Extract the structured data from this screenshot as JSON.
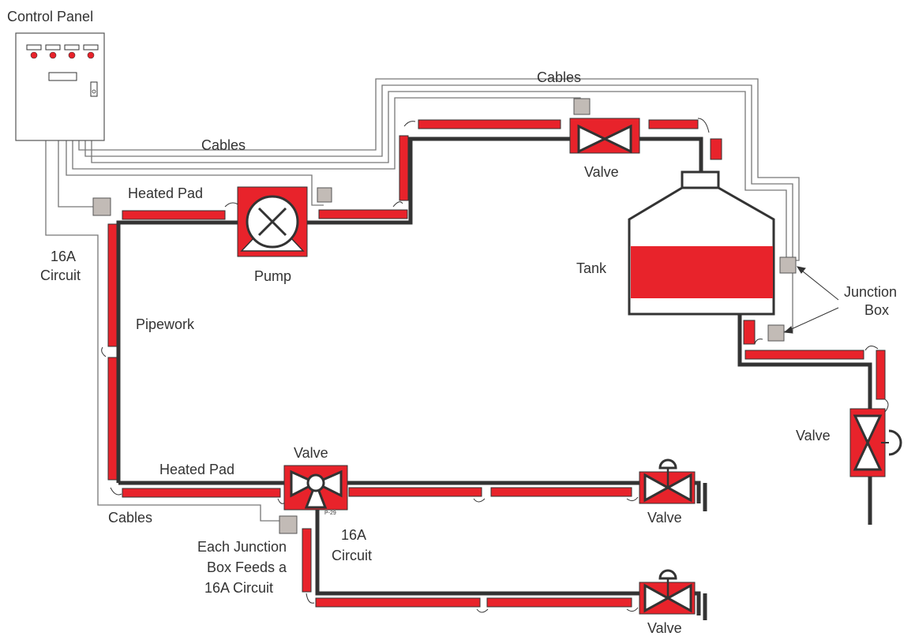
{
  "labels": {
    "control_panel": "Control Panel",
    "cables_top": "Cables",
    "cables_mid": "Cables",
    "cables_bottom": "Cables",
    "heated_pad_top": "Heated Pad",
    "heated_pad_bottom": "Heated Pad",
    "pump": "Pump",
    "pipework": "Pipework",
    "circuit_left_1": "16A",
    "circuit_left_2": "Circuit",
    "circuit_mid_1": "16A",
    "circuit_mid_2": "Circuit",
    "tank": "Tank",
    "junction_box_1": "Junction",
    "junction_box_2": "Box",
    "valve_top": "Valve",
    "valve_right": "Valve",
    "valve_center": "Valve",
    "valve_branch_1": "Valve",
    "valve_branch_2": "Valve",
    "each_jb_1": "Each Junction",
    "each_jb_2": "Box Feeds a",
    "each_jb_3": "16A Circuit",
    "valve_tag": "P-29"
  },
  "colors": {
    "pad_red": "#e8232b",
    "pipe": "#333333",
    "cable": "#777777",
    "junction_box": "#c2bbb6",
    "panel_light": "#e8232b"
  }
}
